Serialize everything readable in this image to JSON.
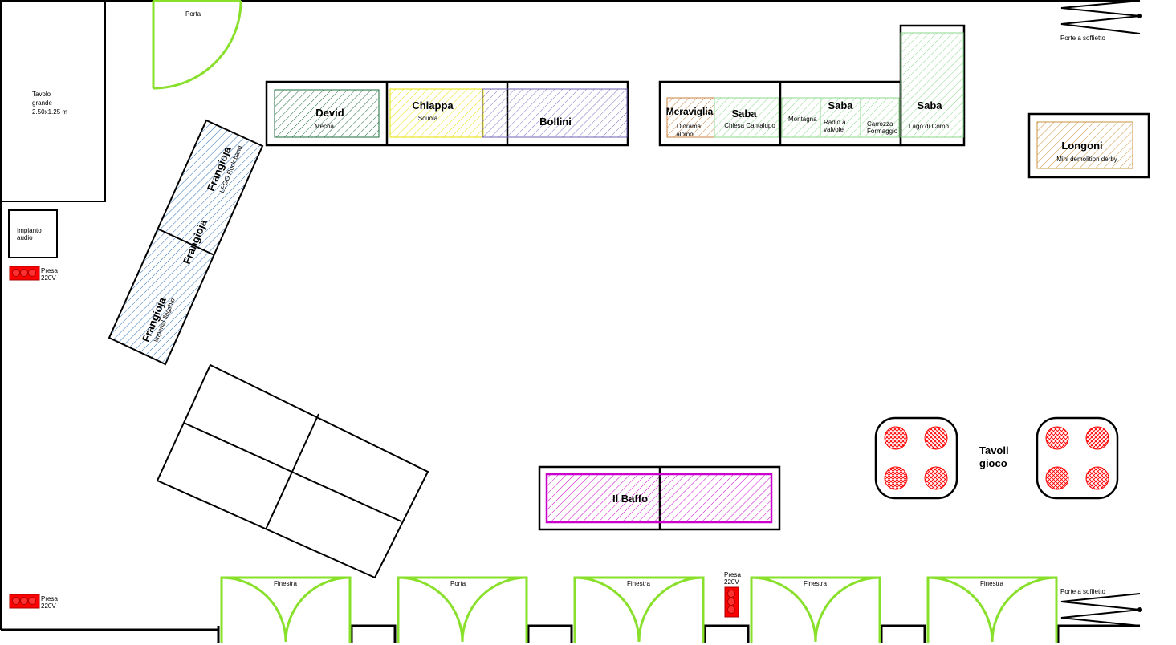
{
  "plan": {
    "big_table": [
      "Tavolo",
      "grande",
      "2.50x1.25 m"
    ],
    "door_top": "Porta",
    "folding_door_top": "Porte a soffietto",
    "folding_door_bottom": "Porte a soffietto",
    "audio": [
      "Impianto",
      "audio"
    ],
    "outlet_left_top": [
      "Presa",
      "220V"
    ],
    "outlet_left_bottom": [
      "Presa",
      "220V"
    ],
    "outlet_bottom": [
      "Presa",
      "220V"
    ],
    "bottom_openings": [
      "Finestra",
      "Porta",
      "Finestra",
      "Finestra",
      "Finestra"
    ],
    "gaming_tables": [
      "Tavoli",
      "gioco"
    ]
  },
  "exhibits": {
    "devid": {
      "name": "Devid",
      "sub": "Mecha"
    },
    "chiappa": {
      "name": "Chiappa",
      "sub": "Scuola"
    },
    "bollini": {
      "name": "Bollini"
    },
    "meraviglia": {
      "name": "Meraviglia",
      "sub": [
        "Diorama",
        "alpino"
      ]
    },
    "saba1": {
      "name": "Saba",
      "sub": "Chiesa Cantalupo"
    },
    "saba2": {
      "name": "Saba",
      "sub_a": "Montagna",
      "sub_b": [
        "Radio a",
        "valvole"
      ],
      "sub_c": [
        "Carrozza",
        "Formaggio"
      ]
    },
    "saba3": {
      "name": "Saba",
      "sub": "Lago di Como"
    },
    "longoni": {
      "name": "Longoni",
      "sub": "Mini demolition derby"
    },
    "frangioja1": {
      "name": "Frangioja",
      "sub": "LEGO Rock band"
    },
    "frangioja2": {
      "name": "Frangioja"
    },
    "frangioja3": {
      "name": "Frangioja",
      "sub": "Imperial flagship"
    },
    "baffo": {
      "name": "Il Baffo"
    }
  },
  "colors": {
    "devid": "#1a6b3a",
    "chiappa": "#e6e000",
    "bollini": "#7060b0",
    "meraviglia": "#c9823c",
    "saba": "#8bd88b",
    "longoni": "#c9923c",
    "frangioja": "#2870c0",
    "baffo": "#cc00cc",
    "door": "#88e02a",
    "outlet": "#ff0000",
    "gaming": "#ff0000"
  }
}
